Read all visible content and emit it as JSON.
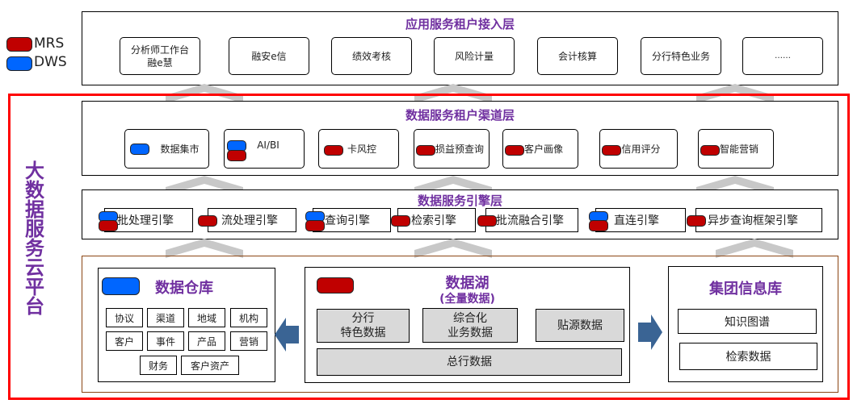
{
  "legend": [
    {
      "label": "MRS",
      "color": "#c00000"
    },
    {
      "label": "DWS",
      "color": "#0066ff"
    }
  ],
  "platform": {
    "title": "大数据服务云平台",
    "chars": [
      "大",
      "数",
      "据",
      "服",
      "务",
      "云",
      "平",
      "台"
    ],
    "border_color": "#ff0000"
  },
  "app_layer": {
    "title": "应用服务租户接入层",
    "items": [
      {
        "line1": "分析师工作台",
        "line2": "融e慧"
      },
      {
        "line1": "融安e信"
      },
      {
        "line1": "绩效考核"
      },
      {
        "line1": "风险计量"
      },
      {
        "line1": "会计核算"
      },
      {
        "line1": "分行特色业务"
      },
      {
        "line1": "……"
      }
    ]
  },
  "channel_layer": {
    "title": "数据服务租户渠道层",
    "items": [
      {
        "label": "数据集市",
        "engines": [
          "DWS"
        ]
      },
      {
        "label": "AI/BI",
        "engines": [
          "DWS",
          "MRS"
        ]
      },
      {
        "label": "卡风控",
        "engines": [
          "MRS"
        ]
      },
      {
        "label": "损益预查询",
        "engines": [
          "MRS"
        ]
      },
      {
        "label": "客户画像",
        "engines": [
          "MRS"
        ]
      },
      {
        "label": "信用评分",
        "engines": [
          "MRS"
        ]
      },
      {
        "label": "智能营销",
        "engines": [
          "MRS"
        ]
      }
    ]
  },
  "engine_layer": {
    "title": "数据服务引擎层",
    "items": [
      {
        "label": "批处理引擎",
        "engines": [
          "DWS",
          "MRS"
        ]
      },
      {
        "label": "流处理引擎",
        "engines": [
          "MRS"
        ]
      },
      {
        "label": "查询引擎",
        "engines": [
          "DWS",
          "MRS"
        ]
      },
      {
        "label": "检索引擎",
        "engines": [
          "MRS"
        ]
      },
      {
        "label": "批流融合引擎",
        "engines": [
          "MRS"
        ]
      },
      {
        "label": "直连引擎",
        "engines": [
          "DWS",
          "MRS"
        ]
      },
      {
        "label": "异步查询框架引擎",
        "engines": [
          "MRS"
        ]
      }
    ]
  },
  "warehouse": {
    "title": "数据仓库",
    "engine": "DWS",
    "row1": [
      "协议",
      "渠道",
      "地域",
      "机构"
    ],
    "row2": [
      "客户",
      "事件",
      "产品",
      "营销"
    ],
    "row3": [
      "财务",
      "客户资产"
    ]
  },
  "lake": {
    "title": "数据湖",
    "subtitle": "(全量数据)",
    "engine": "MRS",
    "blocks": [
      {
        "line1": "分行",
        "line2": "特色数据"
      },
      {
        "line1": "综合化",
        "line2": "业务数据"
      },
      {
        "line1": "贴源数据"
      }
    ],
    "bottom": "总行数据"
  },
  "group_info": {
    "title": "集团信息库",
    "items": [
      "知识图谱",
      "检索数据"
    ]
  },
  "colors": {
    "title_purple": "#7030a0",
    "arrow_blue": "#3a6494",
    "chevron_grey": "#c8c8c8",
    "bottom_border": "#8b4513"
  }
}
